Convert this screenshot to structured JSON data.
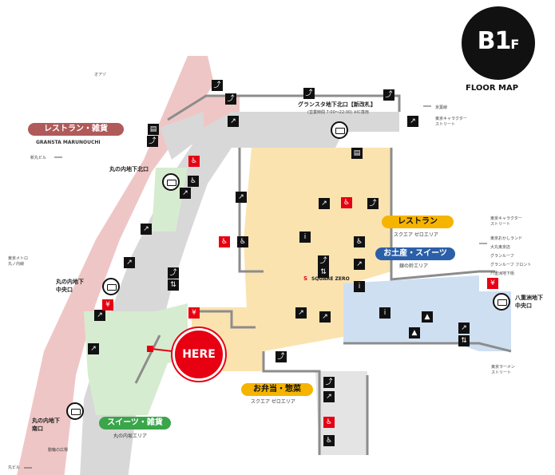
{
  "floor": {
    "level": "B1",
    "suffix": "F",
    "title": "FLOOR MAP"
  },
  "here_label": "HERE",
  "areas": {
    "restaurant_goods": {
      "label": "レストラン・雑貨",
      "sub": "GRANSTA MARUNOUCHI",
      "color": "#b05a5a"
    },
    "restaurant": {
      "label": "レストラン",
      "sub": "スクエア ゼロエリア",
      "color": "#f5b400"
    },
    "souvenir": {
      "label": "お土産・スイーツ",
      "sub": "銀の鈴エリア",
      "color": "#2b5fa8"
    },
    "bento": {
      "label": "お弁当・惣菜",
      "sub": "スクエア ゼロエリア",
      "color": "#f5b400"
    },
    "sweets_goods": {
      "label": "スイーツ・雑貨",
      "sub": "丸の内坂エリア",
      "color": "#3aa54a"
    }
  },
  "gates": {
    "gransta_north": {
      "label": "グランスタ地下北口【新改札】",
      "sub": "(営業時間 7:00～22:00) ※IC専用"
    },
    "marunouchi_north": {
      "label": "丸の内地下北口"
    },
    "marunouchi_central": {
      "label": "丸の内地下\n中央口"
    },
    "marunouchi_south": {
      "label": "丸の内地下\n南口"
    },
    "yaesu_central": {
      "label": "八重洲地下\n中央口"
    }
  },
  "brand": {
    "square_zero": "SQUARE ZERO"
  },
  "directions": {
    "oazo": "オアゾ",
    "shin_maru": "新丸ビル",
    "metro": "東京メトロ\n丸ノ内線",
    "maru_building": "丸ビル",
    "keiyo": "京葉線",
    "tokyo_character": "東京キャラクター\nストリート",
    "hiroba": "動輪の広場",
    "right_top": [
      "東京キャラクター\nストリート"
    ],
    "right_list": [
      "東京おかしランド",
      "大丸東京店",
      "グランルーフ",
      "グランルーフ フロント",
      "八重洲地下街"
    ],
    "ramen": "東京ラーメン\nストリート"
  },
  "colors": {
    "pink": "#efc6c6",
    "green": "#d6ecd0",
    "yellow": "#fbe3b0",
    "blue": "#cfdff2",
    "gray": "#d8d8d8",
    "wall": "#8c8c8c",
    "here": "#e60012"
  }
}
